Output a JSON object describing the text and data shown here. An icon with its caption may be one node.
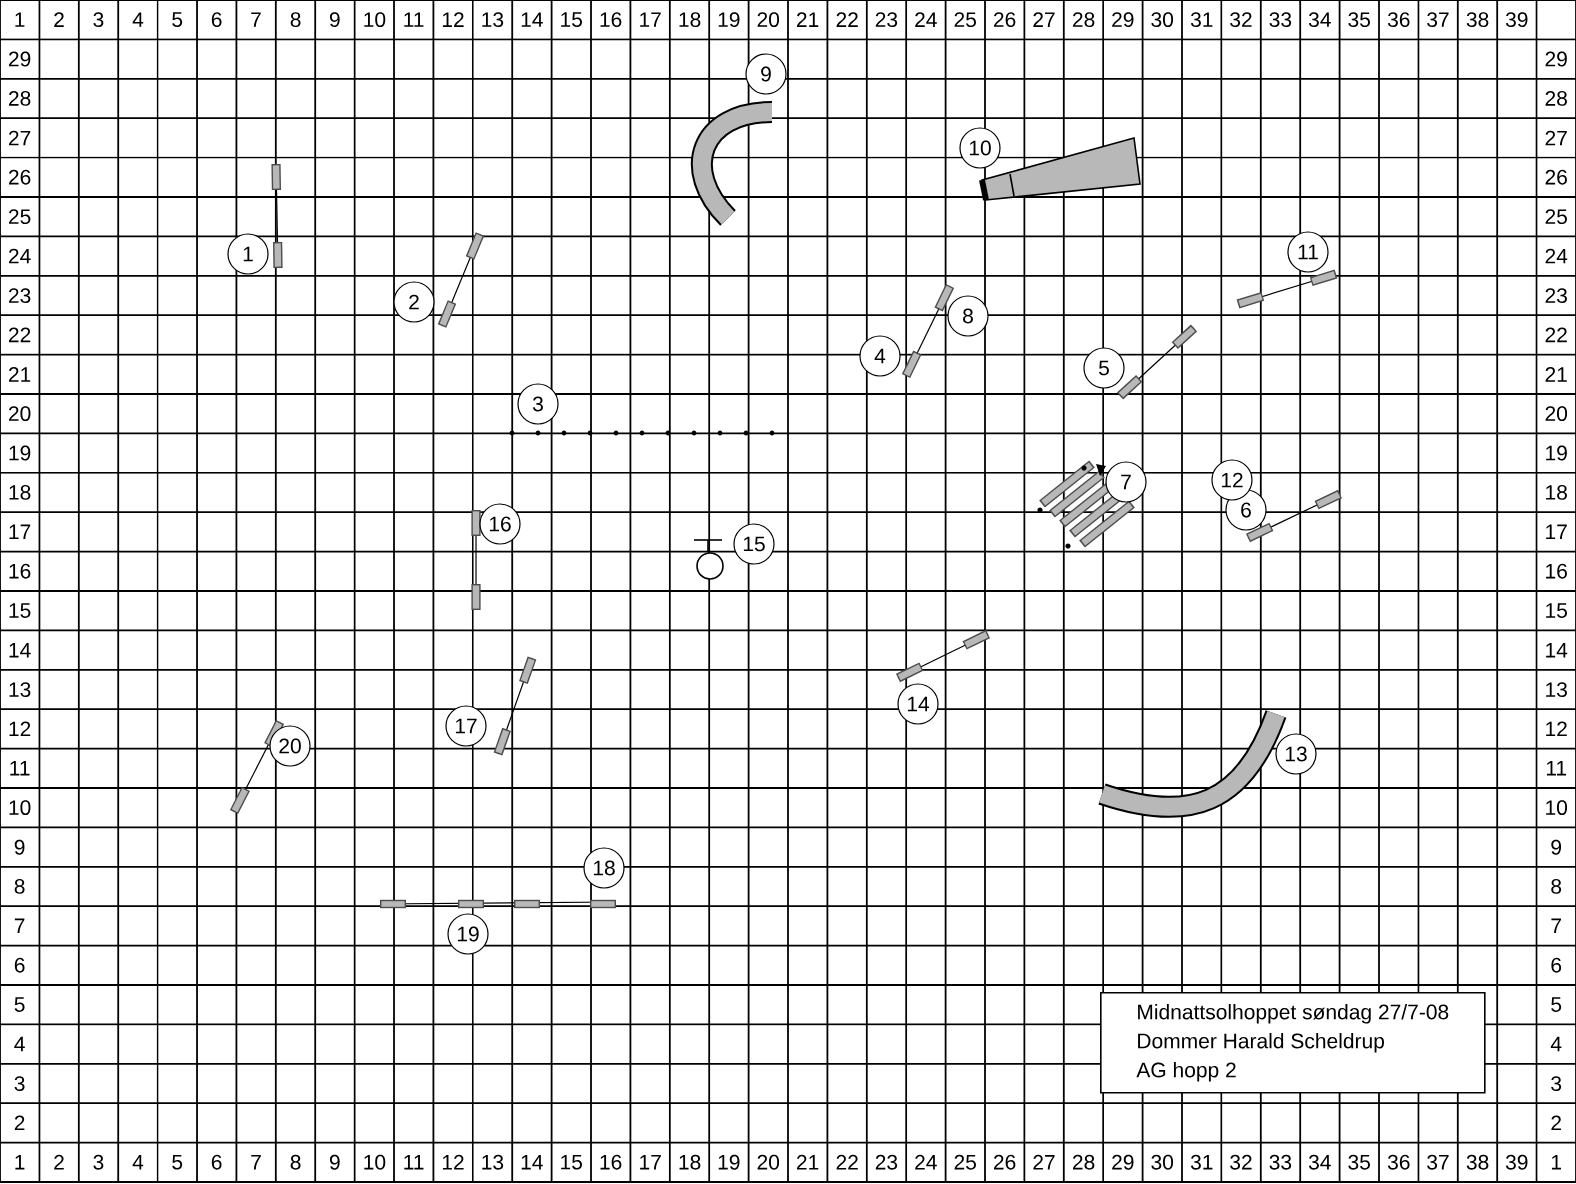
{
  "diagram": {
    "nodes": [
      {
        "text": [
          "1"
        ]
      },
      {
        "text": [
          "2"
        ]
      },
      {
        "text": [
          "3"
        ]
      },
      {
        "text": [
          "4"
        ]
      },
      {
        "text": [
          "5"
        ]
      },
      {
        "text": [
          "6"
        ]
      },
      {
        "text": [
          "7"
        ]
      },
      {
        "text": [
          "8"
        ]
      },
      {
        "text": [
          "9"
        ]
      },
      {
        "text": [
          "10"
        ]
      },
      {
        "text": [
          "11"
        ]
      },
      {
        "text": [
          "12"
        ]
      },
      {
        "text": [
          "13"
        ]
      },
      {
        "text": [
          "14"
        ]
      },
      {
        "text": [
          "15"
        ]
      },
      {
        "text": [
          "16"
        ]
      },
      {
        "text": [
          "17"
        ]
      },
      {
        "text": [
          "18"
        ]
      },
      {
        "text": [
          "19"
        ]
      },
      {
        "text": [
          "20"
        ]
      },
      {
        "text": [
          "Midnattsolhoppet søndag 27/7-08",
          "Dommer Harald Scheldrup",
          "AG hopp 2"
        ]
      }
    ],
    "labels": [
      "1",
      "2",
      "3",
      "4",
      "5",
      "6",
      "7",
      "8",
      "9",
      "10",
      "11",
      "12",
      "13",
      "14",
      "15",
      "16",
      "17",
      "18",
      "19",
      "20",
      "21",
      "22",
      "23",
      "24",
      "25",
      "26",
      "27",
      "28",
      "29",
      "30",
      "31",
      "32",
      "33",
      "34",
      "35",
      "36",
      "37",
      "38",
      "39",
      "29",
      "29",
      "28",
      "28",
      "27",
      "27",
      "26",
      "26",
      "25",
      "25",
      "24",
      "24",
      "23",
      "23",
      "22",
      "22",
      "21",
      "21",
      "20",
      "20",
      "19",
      "19",
      "18",
      "18",
      "17",
      "17",
      "16",
      "16",
      "15",
      "15",
      "14",
      "14",
      "13",
      "13",
      "12",
      "12",
      "11",
      "11",
      "10",
      "10",
      "9",
      "9",
      "8",
      "8",
      "7",
      "7",
      "6",
      "6",
      "5",
      "5",
      "4",
      "4",
      "3",
      "3",
      "2",
      "2",
      "1",
      "2",
      "3",
      "4",
      "5",
      "6",
      "7",
      "8",
      "9",
      "10",
      "11",
      "12",
      "13",
      "14",
      "15",
      "16",
      "17",
      "18",
      "19",
      "20",
      "21",
      "22",
      "23",
      "24",
      "25",
      "26",
      "27",
      "28",
      "29",
      "30",
      "31",
      "32",
      "33",
      "34",
      "35",
      "36",
      "37",
      "38",
      "39",
      "1"
    ]
  }
}
